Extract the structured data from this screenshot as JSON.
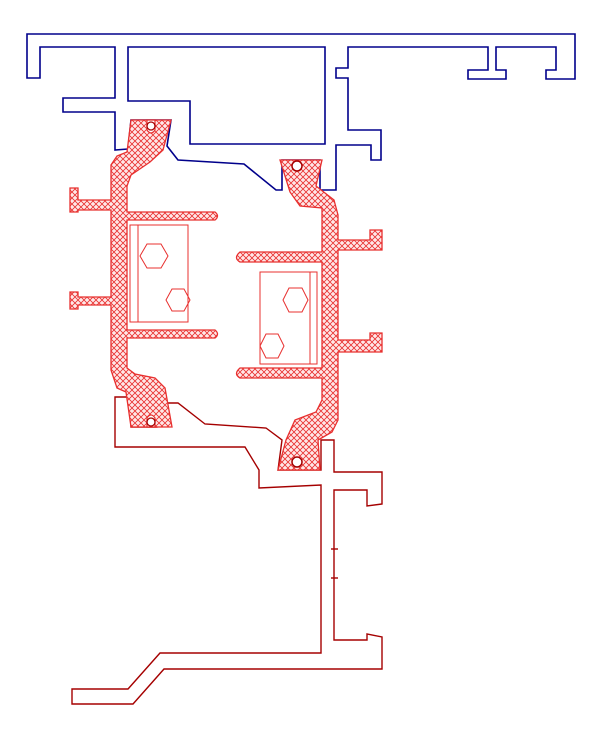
{
  "drawing": {
    "kind": "aluminium-profile-cross-section",
    "colors": {
      "upper_profile": "#00008b",
      "lower_profile": "#a50000",
      "thermal_break": "#e8302f",
      "hatch_background": "#ffe8e8",
      "hole_fill": "#ffffff"
    },
    "components": [
      {
        "name": "upper-frame-profile",
        "color_ref": "upper_profile"
      },
      {
        "name": "thermal-break-left-strip",
        "color_ref": "thermal_break",
        "pattern": "cross-hatch"
      },
      {
        "name": "thermal-break-right-strip",
        "color_ref": "thermal_break",
        "pattern": "cross-hatch"
      },
      {
        "name": "lower-frame-profile",
        "color_ref": "lower_profile"
      },
      {
        "name": "screw-holes",
        "count": 4
      },
      {
        "name": "hexagon-fasteners",
        "count": 4
      }
    ]
  }
}
